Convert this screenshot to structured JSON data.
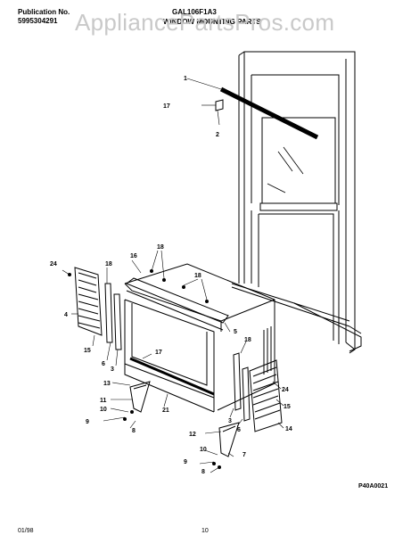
{
  "header": {
    "publication_label": "Publication No.",
    "publication_number": "5995304291",
    "model": "GAL106F1A3",
    "section_title": "WINDOW MOUNTING PARTS"
  },
  "watermark": "AppliancePartsPros.com",
  "callouts": {
    "c1": "1",
    "c17a": "17",
    "c2": "2",
    "c18a": "18",
    "c18b": "18",
    "c18c": "18",
    "c18d": "18",
    "c24a": "24",
    "c24b": "24",
    "c16": "16",
    "c4": "4",
    "c15a": "15",
    "c15b": "15",
    "c6a": "6",
    "c6b": "6",
    "c3a": "3",
    "c3b": "3",
    "c5": "5",
    "c17b": "17",
    "c21": "21",
    "c13": "13",
    "c11": "11",
    "c10a": "10",
    "c10b": "10",
    "c9a": "9",
    "c9b": "9",
    "c8a": "8",
    "c8b": "8",
    "c14": "14",
    "c12": "12",
    "c7": "7"
  },
  "figure_code": "P40A0021",
  "footer": {
    "date": "01/98",
    "page": "10"
  }
}
